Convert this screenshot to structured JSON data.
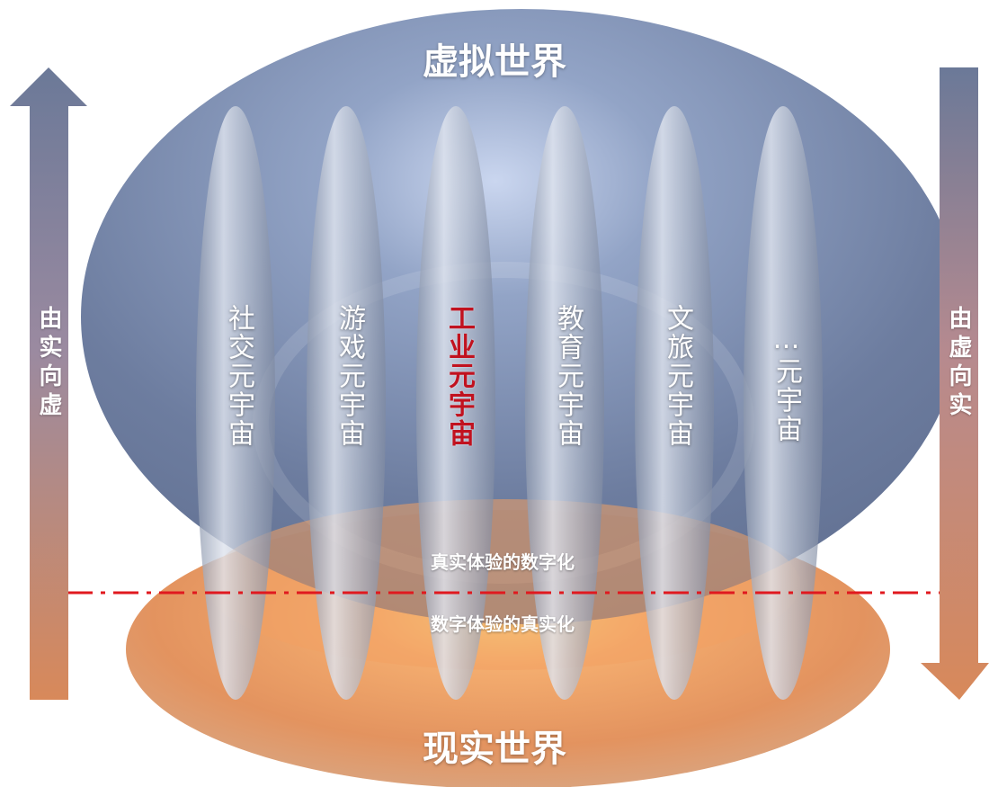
{
  "titles": {
    "virtual_world": "虚拟世界",
    "real_world": "现实世界"
  },
  "arrows": {
    "left": "由实向虚",
    "right": "由虚向实"
  },
  "middle_labels": {
    "upper": "真实体验的数字化",
    "lower": "数字体验的真实化"
  },
  "pillars": [
    {
      "label": "社交元宇宙",
      "highlight": false
    },
    {
      "label": "游戏元宇宙",
      "highlight": false
    },
    {
      "label": "工业元宇宙",
      "highlight": true
    },
    {
      "label": "教育元宇宙",
      "highlight": false
    },
    {
      "label": "文旅元宇宙",
      "highlight": false
    },
    {
      "label": "…元宇宙",
      "highlight": false
    }
  ],
  "colors": {
    "virtual_sphere": "#5d7197",
    "real_disc": "#e79a66",
    "divider_line": "#e0191f",
    "highlight_text": "#c1121f",
    "arrow_top": "#6c7a98",
    "arrow_bottom": "#d68a5c"
  }
}
